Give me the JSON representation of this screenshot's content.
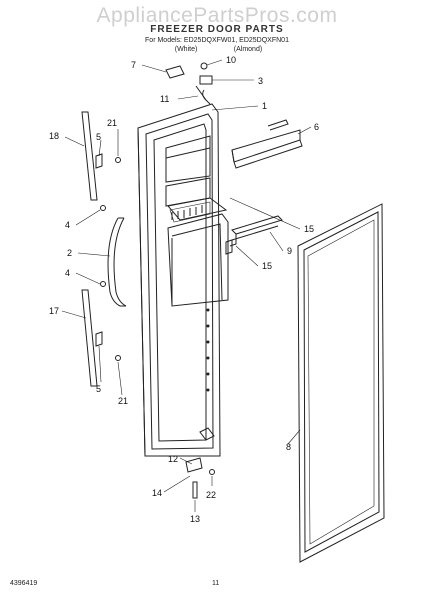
{
  "header": {
    "watermark": "AppliancePartsPros.com",
    "title": "FREEZER DOOR PARTS",
    "models_line": "For Models: ED25DQXFW01, ED25DQXFN01",
    "variants": [
      "(White)",
      "(Almond)"
    ]
  },
  "callouts": {
    "c1": "1",
    "c2": "2",
    "c3": "3",
    "c4a": "4",
    "c4b": "4",
    "c5a": "5",
    "c5b": "5",
    "c6": "6",
    "c7": "7",
    "c8": "8",
    "c9": "9",
    "c10": "10",
    "c11": "11",
    "c12": "12",
    "c13": "13",
    "c14": "14",
    "c15a": "15",
    "c15b": "15",
    "c17": "17",
    "c18": "18",
    "c21a": "21",
    "c21b": "21",
    "c22": "22"
  },
  "footer": {
    "part_number": "4396419",
    "page_number": "11"
  }
}
